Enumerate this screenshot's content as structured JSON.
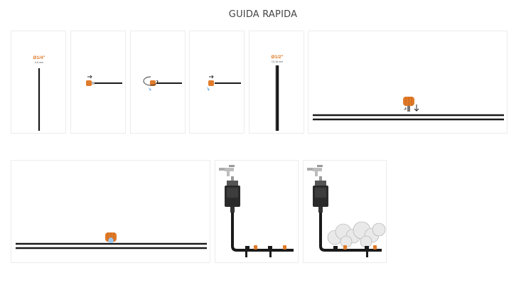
{
  "page": {
    "title": "GUIDA RAPIDA"
  },
  "panels": {
    "p1": {
      "label_main": "Ø1/4\"",
      "label_sub": "4-6 mm"
    },
    "p5": {
      "label_main": "Ø1/2\"",
      "label_sub": "13-16 mm"
    }
  },
  "colors": {
    "accent": "#e07b2a",
    "tube": "#1a1a1a",
    "water": "#4a90d9",
    "border": "#ececec"
  }
}
